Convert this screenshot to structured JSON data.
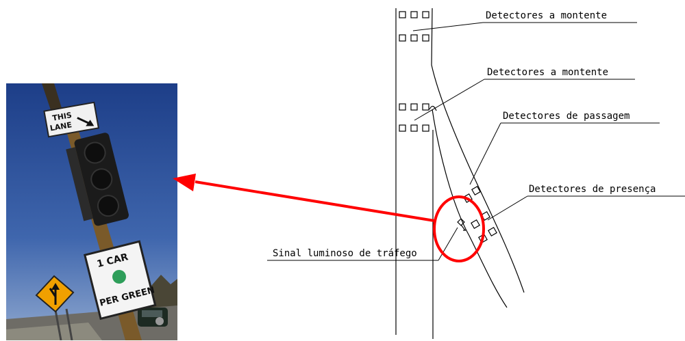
{
  "diagram": {
    "labels": {
      "upstream_1": "Detectores a montente",
      "upstream_2": "Detectores a montente",
      "passage": "Detectores de passagem",
      "presence": "Detectores de presença",
      "signal": "Sinal luminoso de tráfego"
    }
  },
  "photo": {
    "sign_this_lane_line1": "THIS",
    "sign_this_lane_line2": "LANE",
    "sign_meter_line1": "1 CAR",
    "sign_meter_line2": "PER GREEN"
  },
  "colors": {
    "highlight": "#ff0000",
    "sky_top": "#1d3e88",
    "sky_bottom": "#6d8ec4",
    "pole": "#7a5a2a",
    "warning_sign": "#f0a000",
    "green_dot": "#2e9e5a"
  }
}
